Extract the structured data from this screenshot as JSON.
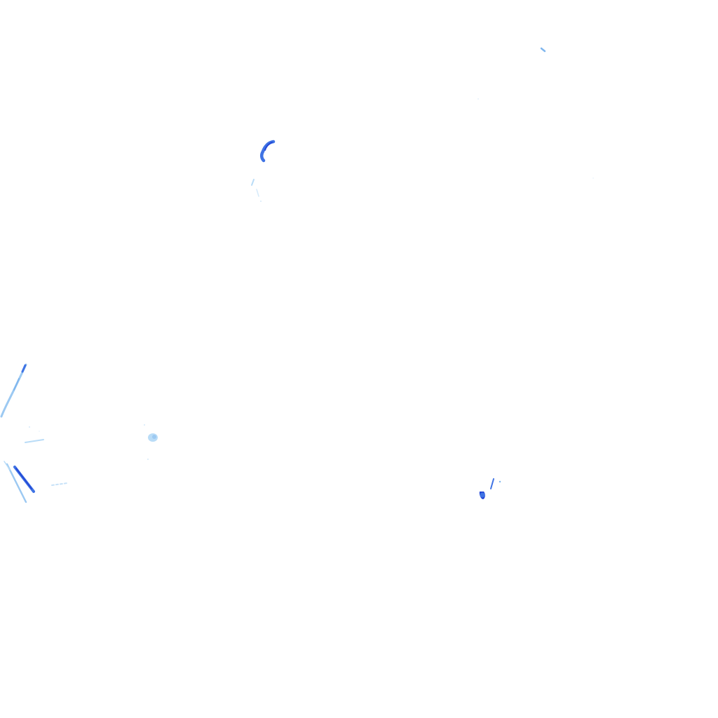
{
  "map": {
    "background": "#ffffff",
    "layer": "radar-echo-overlay",
    "colors": {
      "light": "#b9dcf7",
      "medium": "#7fb6ee",
      "strong": "#3f73e4",
      "intense": "#2346d6"
    },
    "echo_intensities": {
      "echo-north-center": "strong",
      "echo-north-center-trail": "light",
      "echo-northeast-speck": "medium",
      "echo-west-streak-upper": "medium",
      "echo-west-streak-lower-a": "intense",
      "echo-west-streak-lower-b": "light",
      "echo-west-blob": "light",
      "echo-west-dash": "light",
      "echo-southeast-cell": "intense"
    }
  }
}
